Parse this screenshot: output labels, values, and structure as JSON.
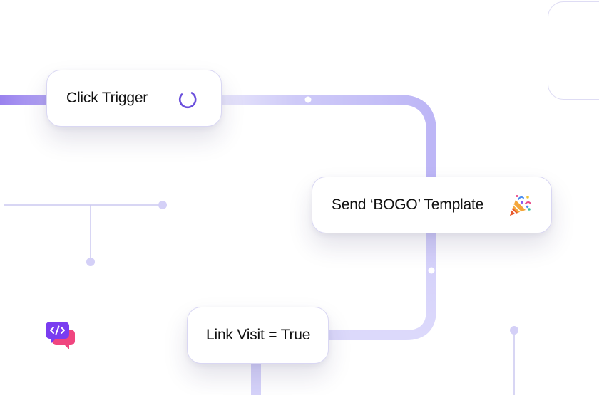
{
  "nodes": {
    "click_trigger": {
      "label": "Click Trigger",
      "icon": "loading-spinner-icon"
    },
    "send_bogo": {
      "label": "Send ‘BOGO’ Template",
      "icon": "party-popper-icon"
    },
    "link_visit": {
      "label": "Link Visit = True"
    }
  },
  "brand": {
    "icon": "code-chat-logo-icon"
  },
  "colors": {
    "accent": "#7b61e8",
    "wire": "#c5c1f7",
    "wire_soft": "#e4e2fb",
    "thin_line": "#cbc8f0",
    "dot": "#d4d0f7",
    "card_border": "#d9d7f3"
  }
}
